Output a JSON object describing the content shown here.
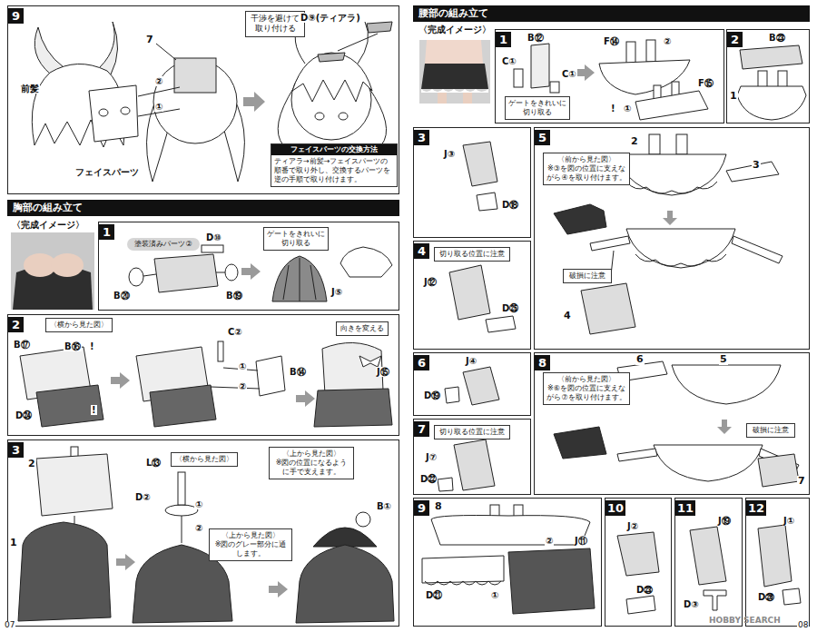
{
  "diagram": {
    "nodes": [
      {
        "text": [
          "9"
        ]
      },
      {
        "text": [
          "干渉を避けて 取り付ける"
        ],
        "in": 0
      },
      {
        "text": [
          "フェイスパーツの交換方法",
          "ティアラ→前髪→フェイスパーツの順番で取り外し、交換するパーツを逆の手順で取り付けます。"
        ],
        "in": 0
      },
      {
        "text": [
          "胸部の組み立て"
        ]
      },
      {
        "text": [
          "1"
        ]
      },
      {
        "text": [
          "塗装済みパーツ②"
        ],
        "in": 4
      },
      {
        "text": [
          "ゲートをきれいに切り取る"
        ],
        "in": 4
      },
      {
        "text": [
          "2"
        ]
      },
      {
        "text": [
          "〈横から見た図〉"
        ],
        "in": 7
      },
      {
        "text": [
          "向きを変える"
        ],
        "in": 7
      },
      {
        "text": [
          "3"
        ]
      },
      {
        "text": [
          "〈横から見た図〉"
        ],
        "in": 10
      },
      {
        "text": [
          "〈上から見た図〉",
          "※図のグレー部分に通します。"
        ],
        "in": 10
      },
      {
        "text": [
          "〈上から見た図〉",
          "※図の位置になるように手で支えます。"
        ],
        "in": 10
      },
      {
        "text": [
          "腰部の組み立て"
        ]
      },
      {
        "text": [
          "1"
        ]
      },
      {
        "text": [
          "ゲートをきれいに切り取る"
        ],
        "in": 15
      },
      {
        "text": [
          "2"
        ]
      },
      {
        "text": [
          "3"
        ]
      },
      {
        "text": [
          "4"
        ]
      },
      {
        "text": [
          "切り取る位置に注意"
        ],
        "in": 19
      },
      {
        "text": [
          "5"
        ]
      },
      {
        "text": [
          "〈前から見た図〉",
          "※③を図の位置に支えながら④を取り付けます。"
        ],
        "in": 21
      },
      {
        "text": [
          "破損に注意"
        ],
        "in": 21
      },
      {
        "text": [
          "6"
        ]
      },
      {
        "text": [
          "7"
        ]
      },
      {
        "text": [
          "切り取る位置に注意"
        ],
        "in": 25
      },
      {
        "text": [
          "8"
        ]
      },
      {
        "text": [
          "〈前から見た図〉",
          "※⑥を図の位置に支えながら⑦を取り付けます。"
        ],
        "in": 27
      },
      {
        "text": [
          "破損に注意"
        ],
        "in": 27
      },
      {
        "text": [
          "9"
        ]
      },
      {
        "text": [
          "10"
        ]
      },
      {
        "text": [
          "11"
        ]
      },
      {
        "text": [
          "12"
        ]
      }
    ],
    "labels": [
      "前髪",
      "フェイスパーツ",
      "7",
      "②",
      "①",
      "D⑨(ティアラ)",
      "07",
      "〈完成イメージ〉",
      "D⑩",
      "B⑳",
      "B⑲",
      "J⑤",
      "B⑰",
      "B⑯",
      "!",
      "D㉔",
      "!",
      "C②",
      "①",
      "②",
      "B⑭",
      "J⑮",
      "2",
      "1",
      "L⑬",
      "D②",
      "①",
      "②",
      "B①",
      "〈完成イメージ〉",
      "B⑫",
      "C①",
      "C①",
      "F⑭",
      "②",
      "F⑮",
      "!",
      "①",
      "B㉓",
      "1",
      "J③",
      "D⑱",
      "J⑫",
      "D㉕",
      "2",
      "3",
      "4",
      "J④",
      "D⑲",
      "J⑦",
      "D㉒",
      "6",
      "5",
      "7",
      "8",
      "②",
      "J⑪",
      "D㉑",
      "①",
      "J②",
      "D㉓",
      "J⑲",
      "D③",
      "J①",
      "D㉖",
      "08",
      "HOBBY SEARCH"
    ]
  }
}
